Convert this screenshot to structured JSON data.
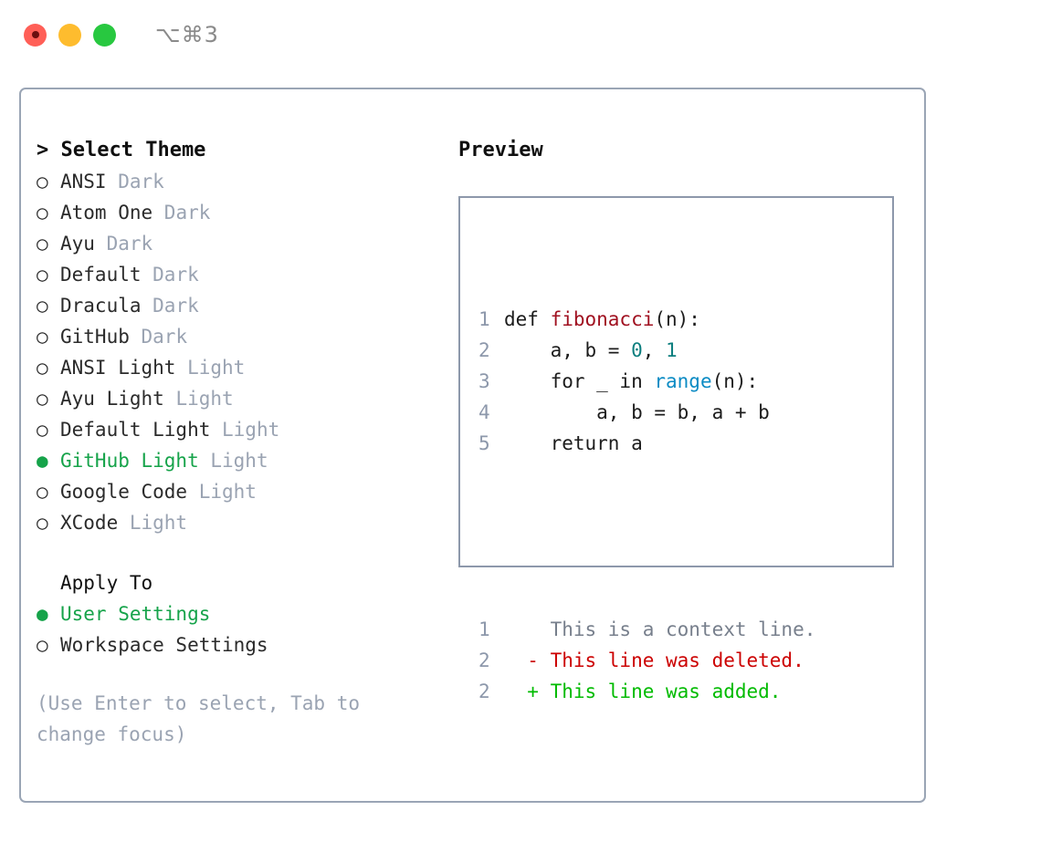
{
  "titlebar": {
    "shortcut": "⌥⌘3",
    "lights": [
      {
        "name": "close",
        "color": "#ff5f57"
      },
      {
        "name": "minimize",
        "color": "#febc2e"
      },
      {
        "name": "maximize",
        "color": "#28c840"
      }
    ]
  },
  "theme_picker": {
    "header": "> Select Theme",
    "selected_marker": "●",
    "unselected_marker": "○",
    "items": [
      {
        "name": "ANSI",
        "variant": "Dark",
        "selected": false
      },
      {
        "name": "Atom One",
        "variant": "Dark",
        "selected": false
      },
      {
        "name": "Ayu",
        "variant": "Dark",
        "selected": false
      },
      {
        "name": "Default",
        "variant": "Dark",
        "selected": false
      },
      {
        "name": "Dracula",
        "variant": "Dark",
        "selected": false
      },
      {
        "name": "GitHub",
        "variant": "Dark",
        "selected": false
      },
      {
        "name": "ANSI Light",
        "variant": "Light",
        "selected": false
      },
      {
        "name": "Ayu Light",
        "variant": "Light",
        "selected": false
      },
      {
        "name": "Default Light",
        "variant": "Light",
        "selected": false
      },
      {
        "name": "GitHub Light",
        "variant": "Light",
        "selected": true
      },
      {
        "name": "Google Code",
        "variant": "Light",
        "selected": false
      },
      {
        "name": "XCode",
        "variant": "Light",
        "selected": false
      }
    ]
  },
  "apply_to": {
    "header": "Apply To",
    "items": [
      {
        "name": "User Settings",
        "selected": true
      },
      {
        "name": "Workspace Settings",
        "selected": false
      }
    ]
  },
  "hint": "(Use Enter to select, Tab to change focus)",
  "preview": {
    "title": "Preview",
    "code_lines": [
      {
        "num": "1",
        "tokens": [
          {
            "t": "def ",
            "c": "plain"
          },
          {
            "t": "fibonacci",
            "c": "fn"
          },
          {
            "t": "(n):",
            "c": "plain"
          }
        ]
      },
      {
        "num": "2",
        "tokens": [
          {
            "t": "    a, b = ",
            "c": "plain"
          },
          {
            "t": "0",
            "c": "num"
          },
          {
            "t": ", ",
            "c": "plain"
          },
          {
            "t": "1",
            "c": "num"
          }
        ]
      },
      {
        "num": "3",
        "tokens": [
          {
            "t": "    for _ in ",
            "c": "plain"
          },
          {
            "t": "range",
            "c": "call"
          },
          {
            "t": "(n):",
            "c": "plain"
          }
        ]
      },
      {
        "num": "4",
        "tokens": [
          {
            "t": "        a, b = b, a + b",
            "c": "plain"
          }
        ]
      },
      {
        "num": "5",
        "tokens": [
          {
            "t": "    return a",
            "c": "plain"
          }
        ]
      }
    ],
    "diff_lines": [
      {
        "num": "1",
        "sign": " ",
        "text": " This is a context line.",
        "kind": "ctx"
      },
      {
        "num": "2",
        "sign": "-",
        "text": " This line was deleted.",
        "kind": "del"
      },
      {
        "num": "2",
        "sign": "+",
        "text": " This line was added.",
        "kind": "add"
      }
    ]
  },
  "colors": {
    "accent_green": "#16a34a",
    "diff_add": "#00bb00",
    "diff_del": "#cc0000",
    "function": "#a01020",
    "number": "#0e7f7f",
    "builtin": "#0b8bc4",
    "muted": "#9aa3b2",
    "border": "#8d98ab"
  }
}
